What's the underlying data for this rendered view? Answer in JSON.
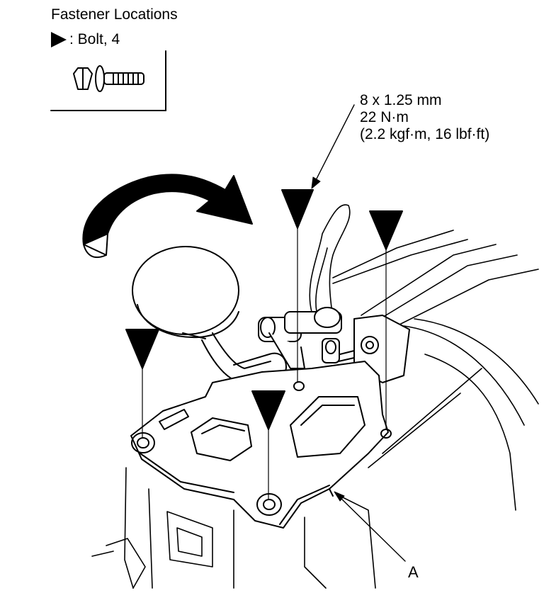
{
  "fastener_box": {
    "title": "Fastener Locations",
    "legend_text": ": Bolt, 4"
  },
  "callout": {
    "spec_line1": "8 x 1.25 mm",
    "spec_line2": "22 N·m",
    "spec_line3": "(2.2 kgf·m, 16 lbf·ft)"
  },
  "part_label": "A"
}
